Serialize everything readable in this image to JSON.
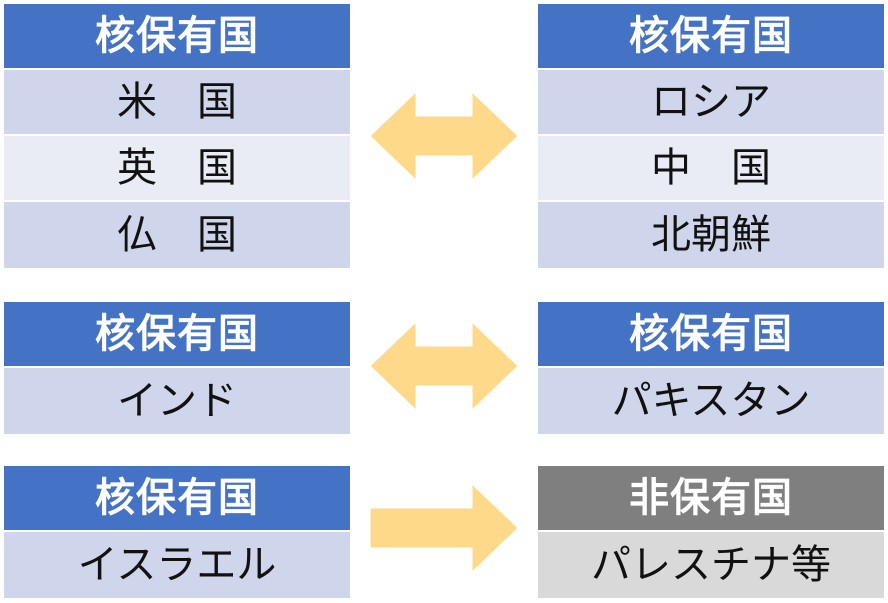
{
  "colors": {
    "header_blue": "#4472c4",
    "header_gray": "#7f7f7f",
    "row_blue_dark": "#cfd5ea",
    "row_blue_light": "#e9ebf5",
    "row_gray": "#d9d9d9",
    "arrow_fill": "#ffd98a"
  },
  "group1": {
    "left": {
      "header": "核保有国",
      "rows": [
        "米　国",
        "英　国",
        "仏　国"
      ]
    },
    "right": {
      "header": "核保有国",
      "rows": [
        "ロシア",
        "中　国",
        "北朝鮮"
      ]
    },
    "arrow": "double-arrow-icon"
  },
  "group2": {
    "left": {
      "header": "核保有国",
      "rows": [
        "インド"
      ]
    },
    "right": {
      "header": "核保有国",
      "rows": [
        "パキスタン"
      ]
    },
    "arrow": "double-arrow-icon"
  },
  "group3": {
    "left": {
      "header": "核保有国",
      "rows": [
        "イスラエル"
      ]
    },
    "right": {
      "header": "非保有国",
      "rows": [
        "パレスチナ等"
      ]
    },
    "arrow": "right-arrow-icon"
  }
}
